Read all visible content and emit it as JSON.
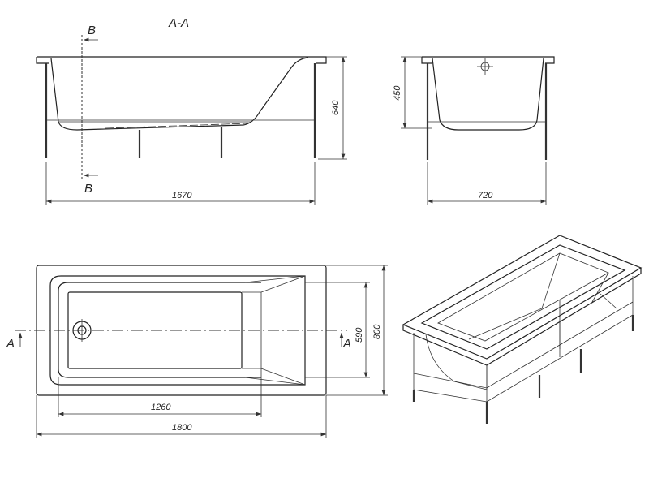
{
  "section_title": "A-A",
  "section_b_top": "B",
  "section_b_bottom": "B",
  "section_a_left": "A",
  "section_a_right": "A",
  "dimensions": {
    "length_side": "1670",
    "height_total": "640",
    "depth": "450",
    "width_side": "720",
    "inner_length": "1260",
    "overall_length": "1800",
    "inner_width": "590",
    "overall_width": "800"
  }
}
